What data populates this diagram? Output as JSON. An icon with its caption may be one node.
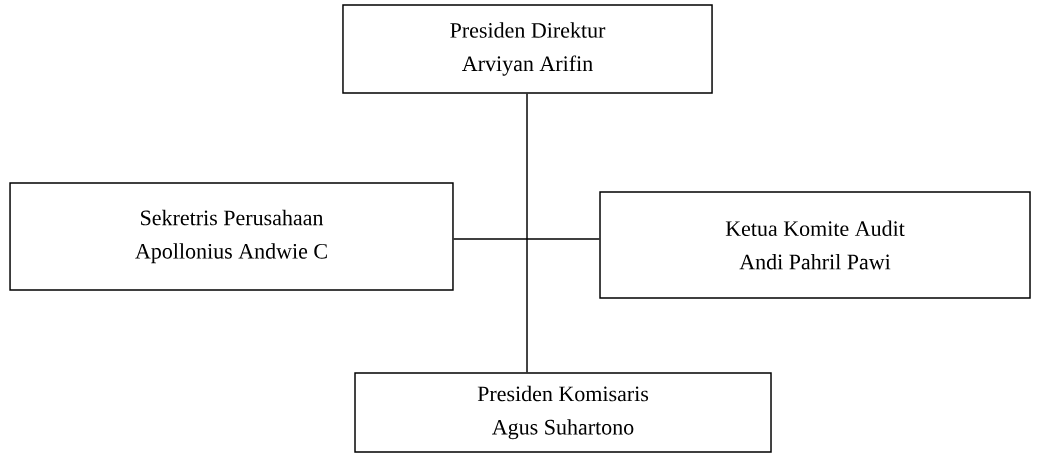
{
  "diagram": {
    "nodes": [
      {
        "text": [
          "Presiden Direktur",
          "Arviyan Arifin"
        ]
      },
      {
        "text": [
          "Sekretris Perusahaan",
          "Apollonius Andwie C"
        ]
      },
      {
        "text": [
          "Ketua Komite Audit",
          "Andi Pahril Pawi"
        ]
      },
      {
        "text": [
          "Presiden Komisaris",
          "Agus Suhartono"
        ]
      }
    ],
    "edges": [
      {
        "from": 0,
        "to": 3,
        "arrow": "none"
      },
      {
        "from": 1,
        "to": 2,
        "arrow": "none"
      }
    ]
  }
}
